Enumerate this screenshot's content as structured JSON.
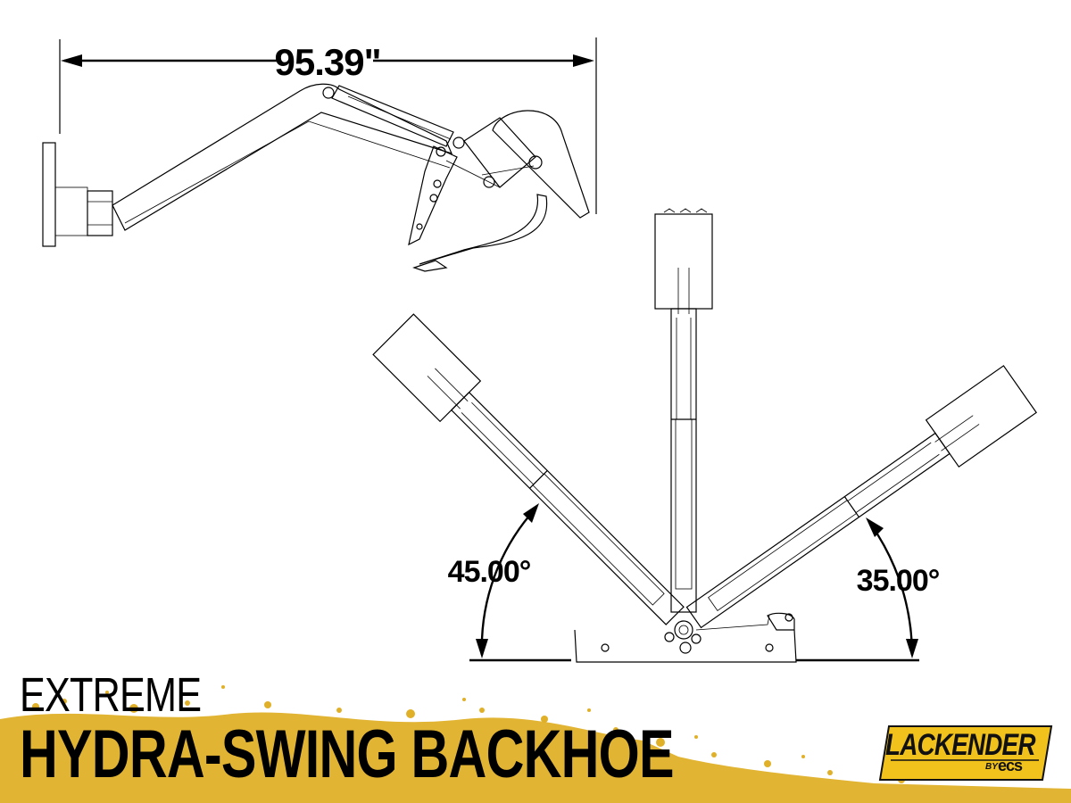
{
  "title": {
    "line1": "EXTREME",
    "line2": "HYDRA-SWING BACKHOE"
  },
  "dimensions": {
    "reach": "95.39\"",
    "left_swing_angle": "45.00°",
    "right_swing_angle": "35.00°"
  },
  "brand": {
    "name": "LACKENDER",
    "by": "BY",
    "company": "ecs"
  },
  "colors": {
    "paint_splatter": "#e0b028",
    "logo_fill": "#f1c21b",
    "line": "#000000"
  }
}
